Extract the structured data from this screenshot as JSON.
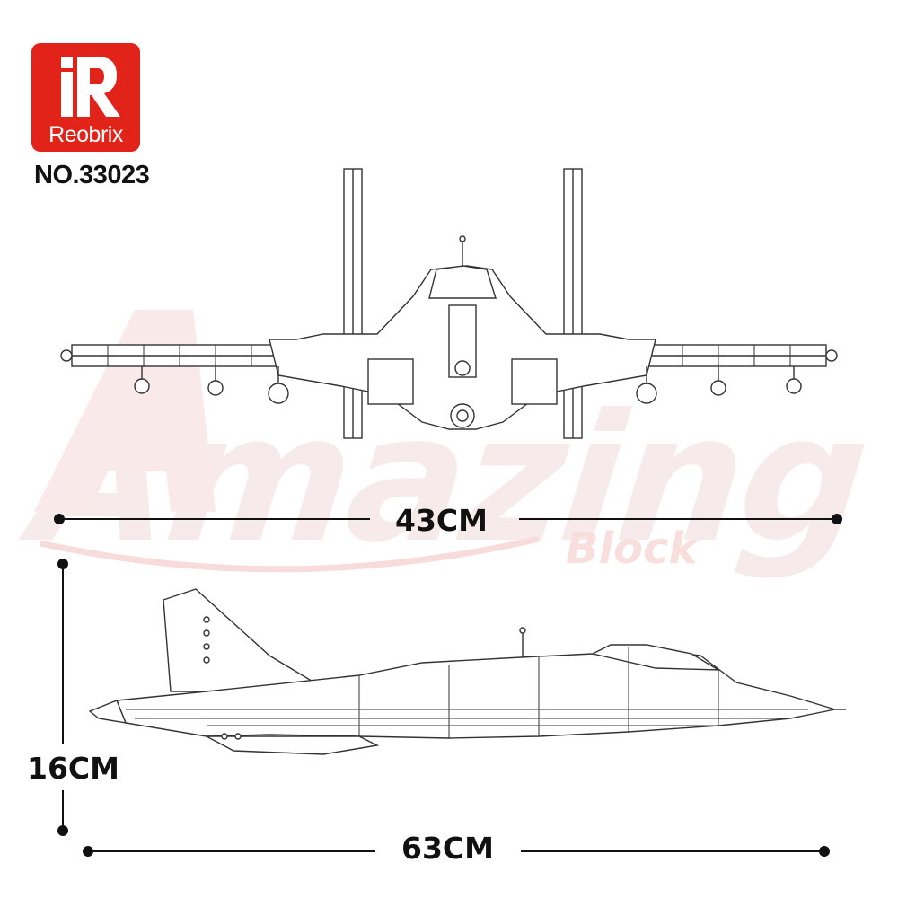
{
  "brand": {
    "logo_mark": "R",
    "name": "Reobrix",
    "color": "#e2231a"
  },
  "model": {
    "number": "NO.33023"
  },
  "watermark": {
    "main": "Amazing",
    "sub": "Block"
  },
  "dimensions": {
    "width": "43CM",
    "height": "16CM",
    "length": "63CM"
  }
}
